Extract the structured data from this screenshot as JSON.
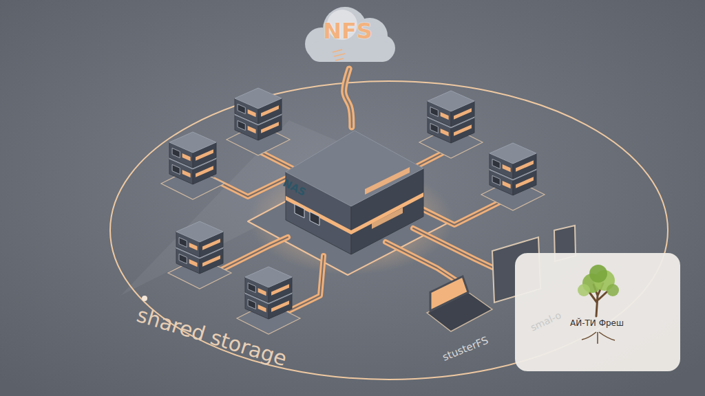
{
  "diagram": {
    "nodes": [
      {
        "text": [
          "NFS"
        ]
      },
      {
        "text": [
          "NAS"
        ]
      }
    ],
    "edges": [
      {
        "from": 0,
        "to": 1,
        "arrow": "none"
      }
    ],
    "labels": [
      "shared storage",
      "stusterFS",
      "smal-o",
      "АЙ-ТИ Фреш"
    ]
  }
}
